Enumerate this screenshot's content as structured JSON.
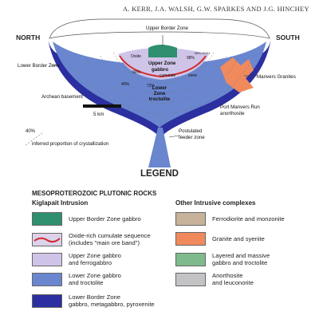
{
  "header": {
    "authors": "A. KERR, J.A. WALSH, G.W. SPARKES AND J.G. HINCHEY"
  },
  "diagram": {
    "north": "NORTH",
    "south": "SOUTH",
    "labels": {
      "upper_border_zone": "Upper Border Zone",
      "lower_border_zone": "Lower Border Zone",
      "archean_basement": "Archean basement",
      "manvers_granites": "Manvers Granites",
      "upper_zone_gabbro": [
        "Upper Zone",
        "gabbro"
      ],
      "lower_zone_troctolite": [
        "Lower",
        "Zone",
        "troctolite"
      ],
      "port_manvers_run": [
        "Port Manvers Run",
        "anorthosite"
      ],
      "feeder_zone": [
        "Postulated",
        "feeder zone"
      ],
      "scale": "5 km",
      "oxide_curve": [
        "Oxide",
        "cumulate",
        "zone"
      ],
      "mea_level": "MEA LEVEL"
    },
    "crystallization_values": [
      "98%",
      "90%",
      "72%",
      "40%"
    ],
    "crystallization_legend": {
      "value": "40%",
      "text": "inferred proportion of crystallization"
    }
  },
  "legend": {
    "title": "LEGEND",
    "section_title": "MESOPROTEROZOIC PLUTONIC ROCKS",
    "left_heading": "Kiglapait Intrusion",
    "right_heading": "Other Intrusive complexes",
    "left_items": [
      {
        "lines": [
          "Upper Border Zone gabbro"
        ],
        "color": "#2f8f6f"
      },
      {
        "lines": [
          "Oxide-rich cumulate sequence",
          "(includes \"main ore band\")"
        ],
        "color": "#dcd2ec"
      },
      {
        "lines": [
          "Upper Zone gabbro",
          "and ferrogabbro"
        ],
        "color": "#cfc4e8"
      },
      {
        "lines": [
          "Lower Zone gabbro",
          "and troctolite"
        ],
        "color": "#6a86cf"
      },
      {
        "lines": [
          "Lower Border Zone",
          "gabbro, metagabbro, pyroxenite"
        ],
        "color": "#2b2fa0"
      }
    ],
    "right_items": [
      {
        "lines": [
          "Ferrodiorite and monzonite"
        ],
        "color": "#c7b39a"
      },
      {
        "lines": [
          "Granite and syenite"
        ],
        "color": "#f08a5d"
      },
      {
        "lines": [
          "Layered and massive",
          "gabbro and troctolite"
        ],
        "color": "#7fba8d"
      },
      {
        "lines": [
          "Anorthosite",
          "and leuconorite"
        ],
        "color": "#c3c3c5"
      }
    ]
  }
}
